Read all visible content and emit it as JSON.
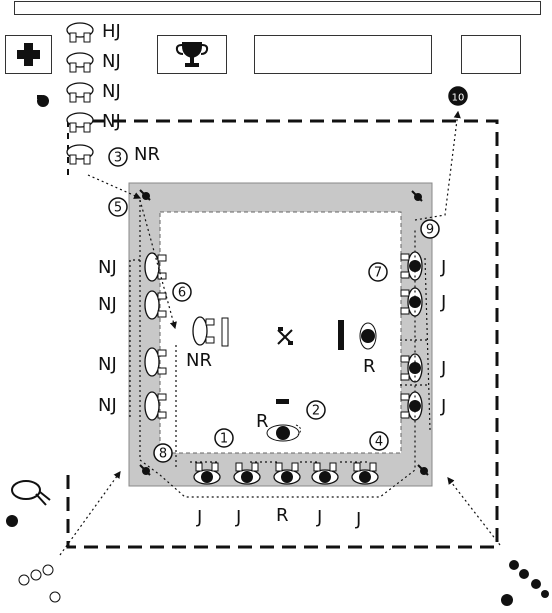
{
  "legend": {
    "officials": [
      {
        "code": "HJ"
      },
      {
        "code": "NJ"
      },
      {
        "code": "NJ"
      },
      {
        "code": "NJ"
      },
      {
        "code": "NR",
        "marker": "3"
      }
    ]
  },
  "toolbar": {
    "add_icon": "plus-icon",
    "trophy_icon": "trophy-icon"
  },
  "mat": {
    "center_icon": "crossed-flags-icon"
  },
  "labels": {
    "left_judges": [
      "NJ",
      "NJ",
      "NJ",
      "NJ"
    ],
    "right_judges": [
      "J",
      "J",
      "J",
      "J"
    ],
    "bottom_row": [
      "J",
      "J",
      "R",
      "J",
      "J"
    ],
    "referee_center": "R",
    "referee_bottom": "R",
    "nr_seated": "NR"
  },
  "markers": [
    "1",
    "2",
    "3",
    "4",
    "5",
    "6",
    "7",
    "8",
    "9",
    "10"
  ],
  "colors": {
    "mat_outer": "#c8c8c8",
    "mat_inner": "#ffffff",
    "stroke": "#111111"
  }
}
